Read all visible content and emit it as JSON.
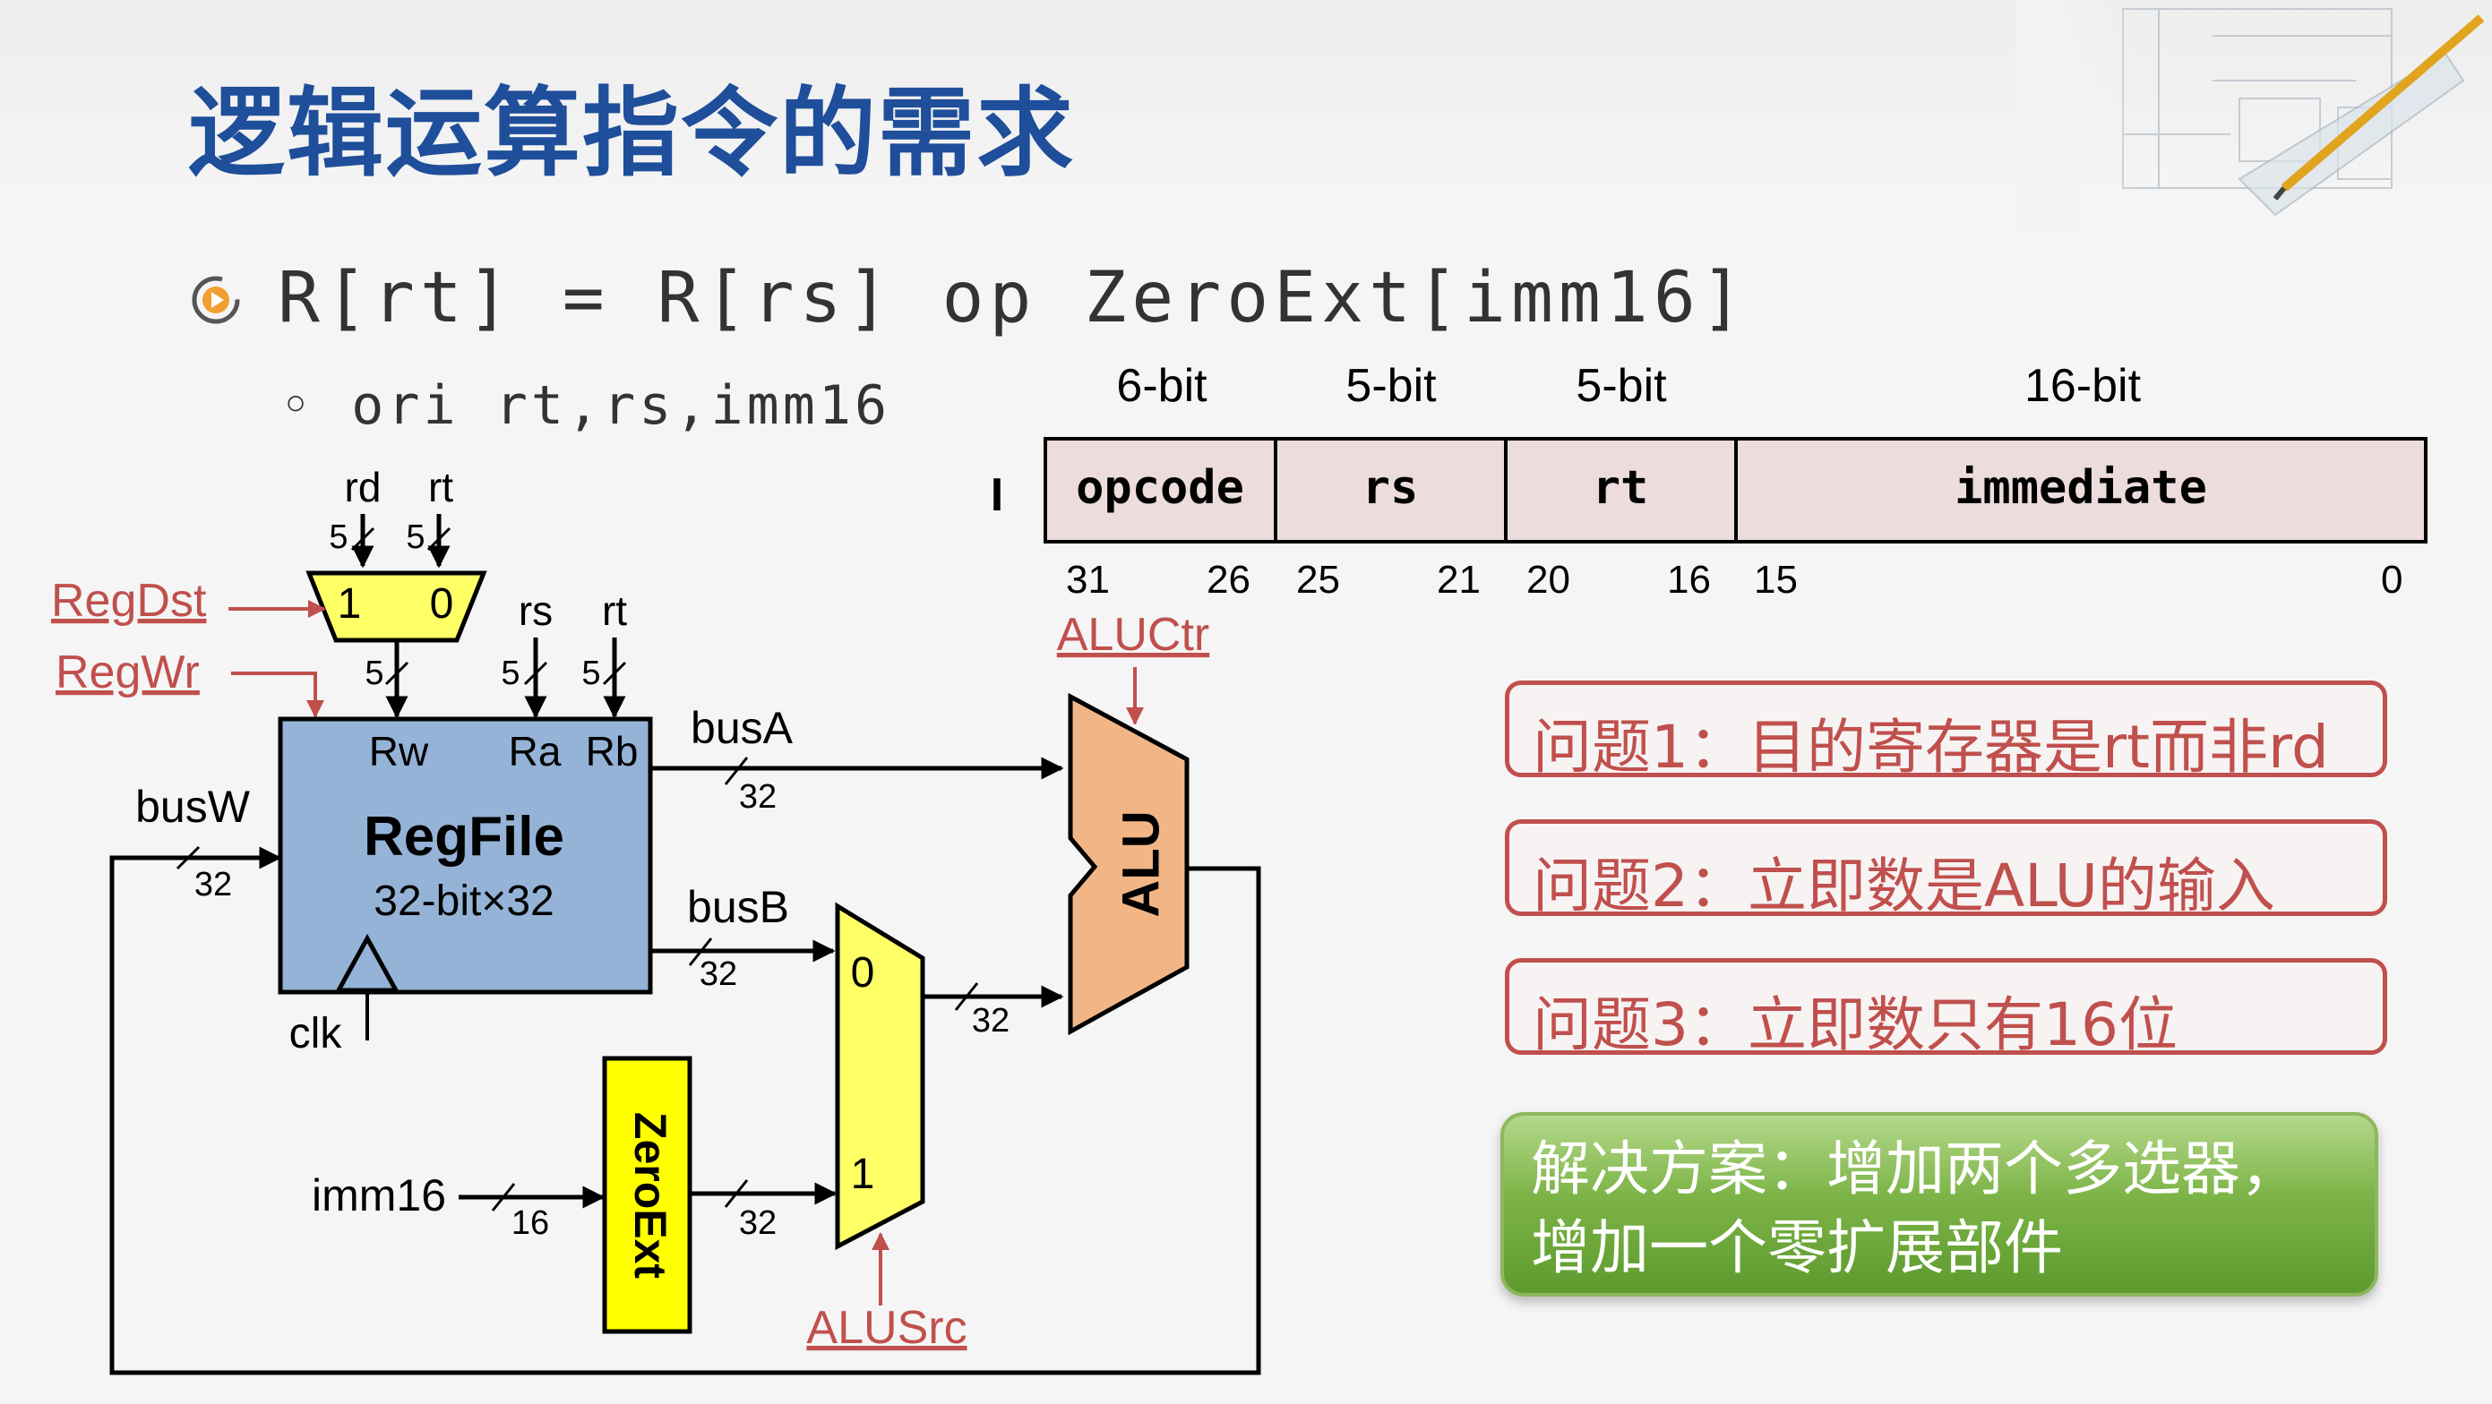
{
  "title": "逻辑运算指令的需求",
  "formula": "R[rt] = R[rs] op ZeroExt[imm16]",
  "sub_formula": "ori rt,rs,imm16",
  "sub_bullet": "◦",
  "format": {
    "type_label": "I",
    "widths": [
      "6-bit",
      "5-bit",
      "5-bit",
      "16-bit"
    ],
    "fields": [
      "opcode",
      "rs",
      "rt",
      "immediate"
    ],
    "bit_positions": [
      "31",
      "26",
      "25",
      "21",
      "20",
      "16",
      "15",
      "0"
    ]
  },
  "diagram": {
    "regdst": "RegDst",
    "regwr": "RegWr",
    "aluctr": "ALUCtr",
    "alusrc": "ALUSrc",
    "rd": "rd",
    "rt_top": "rt",
    "rs": "rs",
    "rt": "rt",
    "mux_top_1": "1",
    "mux_top_0": "0",
    "five": "5",
    "rw": "Rw",
    "ra": "Ra",
    "rb": "Rb",
    "regfile": "RegFile",
    "regfile_sub": "32-bit×32",
    "busA": "busA",
    "busB": "busB",
    "busW": "busW",
    "clk": "clk",
    "imm16": "imm16",
    "zeroext": "ZeroExt",
    "alu": "ALU",
    "mux_0": "0",
    "mux_1": "1",
    "w32": "32",
    "w16": "16"
  },
  "problems": [
    "问题1：目的寄存器是rt而非rd",
    "问题2：立即数是ALU的输入",
    "问题3：立即数只有16位"
  ],
  "solution": {
    "line1": "解决方案：增加两个多选器，",
    "line2": "增加一个零扩展部件"
  },
  "colors": {
    "title": "#1f4e9a",
    "accent_red": "#c0504d",
    "regfile_fill": "#95b3d7",
    "mux_fill": "#ffff66",
    "alu_fill": "#f2b686",
    "solution_green": "#6aa637"
  }
}
